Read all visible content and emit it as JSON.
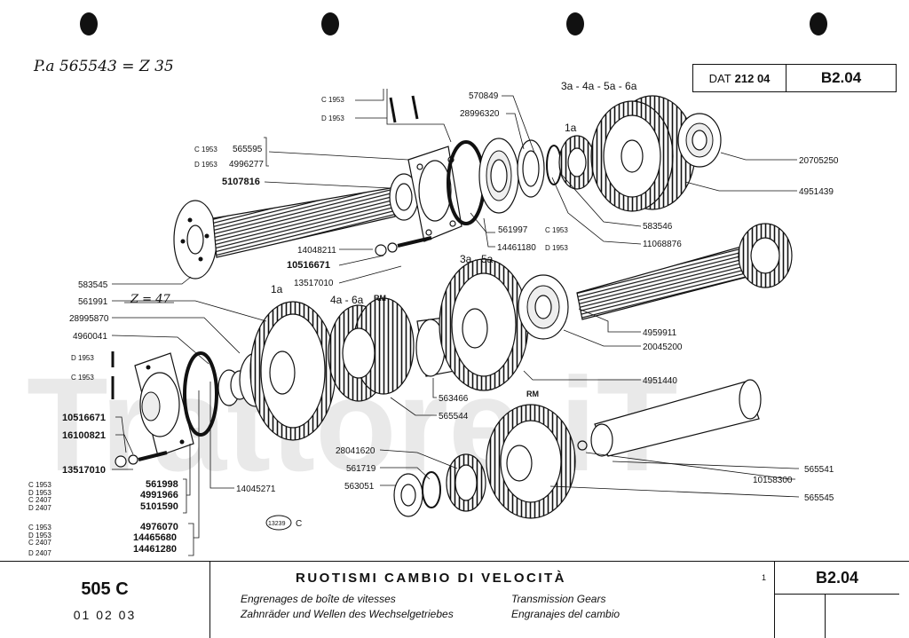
{
  "header": {
    "dat_label": "DAT",
    "dat_number": "212 04",
    "sheet_code": "B2.04"
  },
  "handwritten_note": "P.a 565543 = Z 35",
  "gear_count_note": "Z = 47",
  "footer": {
    "model": "505 C",
    "model_date": "01  02  03",
    "title_it": "RUOTISMI CAMBIO DI VELOCITÀ",
    "title_fr": "Engrenages de boîte de vitesses",
    "title_de": "Zahnräder und Wellen des Wechselgetriebes",
    "title_en": "Transmission Gears",
    "title_es": "Engranajes del cambio",
    "page_number": "1",
    "sheet_code": "B2.04"
  },
  "figure_code": "13239",
  "figure_code_suffix": "C",
  "watermark": "Trattore.iT",
  "gear_labels": {
    "top": "3a - 4a - 5a - 6a",
    "first_upper": "1a",
    "first_lower": "1a",
    "mid": "3a - 5a",
    "four_six": "4a - 6a",
    "rm_upper": "RM",
    "rm_lower": "RM"
  },
  "callouts": {
    "c1953_top": "C 1953",
    "d1953_top": "D 1953",
    "c1953_a": "C 1953",
    "p565595": "565595",
    "d1953_a": "D 1953",
    "p4996277": "4996277",
    "p5107816": "5107816",
    "p570849": "570849",
    "p28996320": "28996320",
    "p20705250": "20705250",
    "p4951439": "4951439",
    "p583546": "583546",
    "p11068876": "11068876",
    "p561997": "561997",
    "c1953_b": "C 1953",
    "p14461180": "14461180",
    "d1953_b": "D 1953",
    "p14048211": "14048211",
    "p10516671_top": "10516671",
    "p13517010_top": "13517010",
    "p583545": "583545",
    "p561991": "561991",
    "p28995870": "28995870",
    "p4960041": "4960041",
    "d1953_c": "D 1953",
    "c1953_c": "C 1953",
    "p4959911": "4959911",
    "p20045200": "20045200",
    "p4951440": "4951440",
    "p563466": "563466",
    "p565544": "565544",
    "p10516671_left": "10516671",
    "p16100821": "16100821",
    "p13517010_left": "13517010",
    "c1953_d": "C 1953",
    "p561998": "561998",
    "d1953_d": "D 1953",
    "p4991966": "4991966",
    "c2407_a": "C 2407",
    "d2407_a": "D 2407",
    "p5101590": "5101590",
    "p14045271": "14045271",
    "c1953_e": "C 1953",
    "p4976070": "4976070",
    "d1953_e": "D 1953",
    "p14465680": "14465680",
    "c2407_b": "C 2407",
    "p14461280": "14461280",
    "d2407_b": "D 2407",
    "p28041620": "28041620",
    "p561719": "561719",
    "p563051": "563051",
    "p565541": "565541",
    "p10158300": "10158300",
    "p565545": "565545"
  }
}
